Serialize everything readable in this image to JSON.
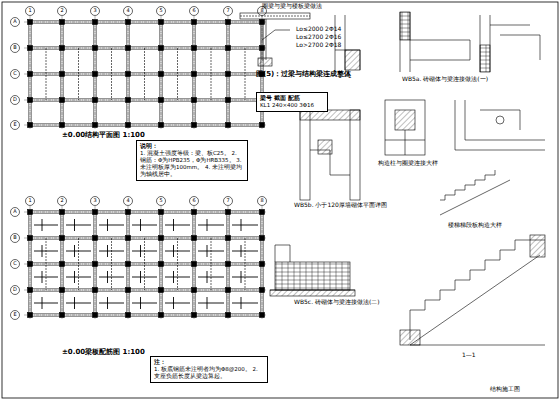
{
  "diagram": {
    "nodes": [
      {
        "text": [
          "说明：",
          "1. 混凝土强度等级：梁、板C25。 2. 钢筋：Φ为HPB235，Φ为HRB335。 3. 未注明板厚为100mm。 4. 未注明梁均为轴线居中。"
        ]
      },
      {
        "text": [
          "梁号 截面 配筋",
          "KL1 240×400 3Φ16"
        ]
      },
      {
        "text": [
          "注：",
          "1. 板底钢筋未注明者均为Φ8@200。 2. 支座负筋长度从梁边算起。"
        ]
      }
    ],
    "labels": [
      "±0.00结构平面图 1:100",
      "±0.00梁板配筋图 1:100",
      "圈梁与梁与楼板梁做法",
      "Lo≤2000 2Φ14",
      "Lo≤2700 2Φ16",
      "Lo>2700 2Φ18",
      "图(5)：过梁与结构梁连成整体",
      "WB5a. 砖砌体与梁连接做法(一)",
      "1—1",
      "WB5b. 小于120厚墙砌体平面详图",
      "构造柱与圈梁连接大样",
      "楼梯梯段板构造大样",
      "WB5c. 砖砌体与梁连接做法(二)",
      "1—1",
      "结构施工图",
      "1",
      "2",
      "3",
      "4",
      "5",
      "6",
      "7",
      "8",
      "A",
      "B",
      "C",
      "D",
      "E",
      "1",
      "2",
      "3",
      "4",
      "5",
      "6",
      "7",
      "8",
      "A",
      "B",
      "C",
      "D",
      "E"
    ]
  }
}
